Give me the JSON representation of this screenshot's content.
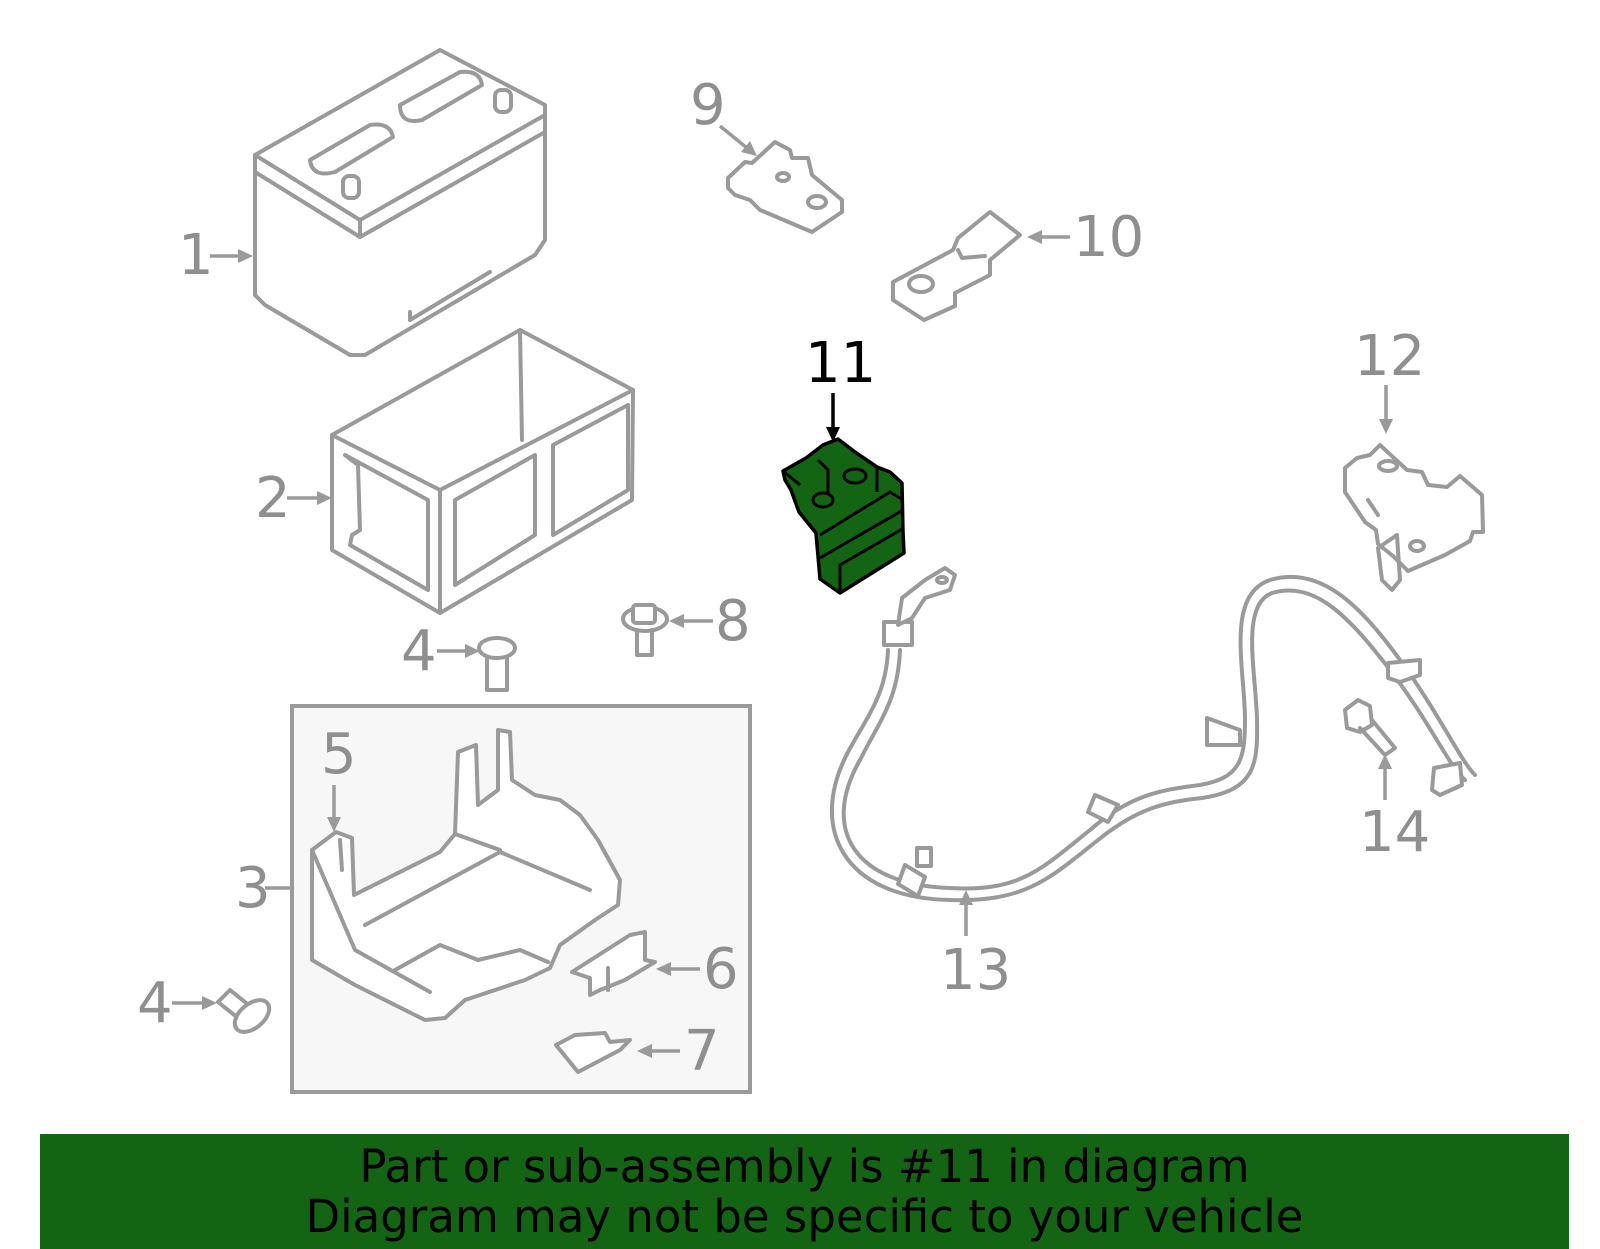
{
  "callouts": {
    "c1": "1",
    "c2": "2",
    "c3": "3",
    "c4a": "4",
    "c4b": "4",
    "c5": "5",
    "c6": "6",
    "c7": "7",
    "c8": "8",
    "c9": "9",
    "c10": "10",
    "c11": "11",
    "c12": "12",
    "c13": "13",
    "c14": "14"
  },
  "highlighted_part": "11",
  "colors": {
    "highlight": "#136513",
    "parts": "#9a9a9a",
    "banner": "#136513"
  },
  "banner": {
    "line1": "Part or sub-assembly is #11 in diagram",
    "line2": "Diagram may not be specific to your vehicle"
  }
}
